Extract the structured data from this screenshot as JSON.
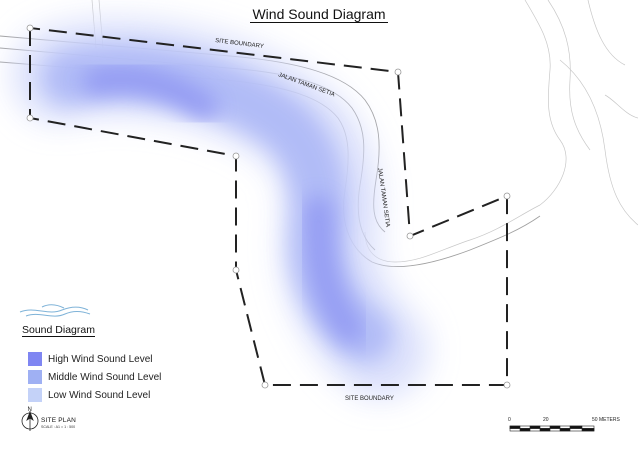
{
  "title": "Wind Sound Diagram",
  "labels": {
    "site_boundary_top": "SITE BOUNDARY",
    "site_boundary_bottom": "SITE BOUNDARY",
    "road_1": "JALAN TAMAN SETIA",
    "road_2": "JALAN TAMAN SETIA"
  },
  "legend": {
    "title": "Sound Diagram",
    "items": [
      {
        "label": "High Wind Sound Level",
        "color": "#7f86f2"
      },
      {
        "label": "Middle Wind Sound Level",
        "color": "#9fb0f3"
      },
      {
        "label": "Low Wind Sound Level",
        "color": "#c4d2f8"
      }
    ]
  },
  "north": {
    "letter": "N",
    "plan_label": "SITE PLAN",
    "scale_note": "SCALE : A1 = 1 : 500"
  },
  "scale_bar": {
    "ticks": [
      "0",
      "20",
      "50 METERS"
    ]
  },
  "colors": {
    "boundary": "#222222",
    "road": "#9a9a9a",
    "wind": "#7b7ff4",
    "wave": "#7fb3d8"
  }
}
